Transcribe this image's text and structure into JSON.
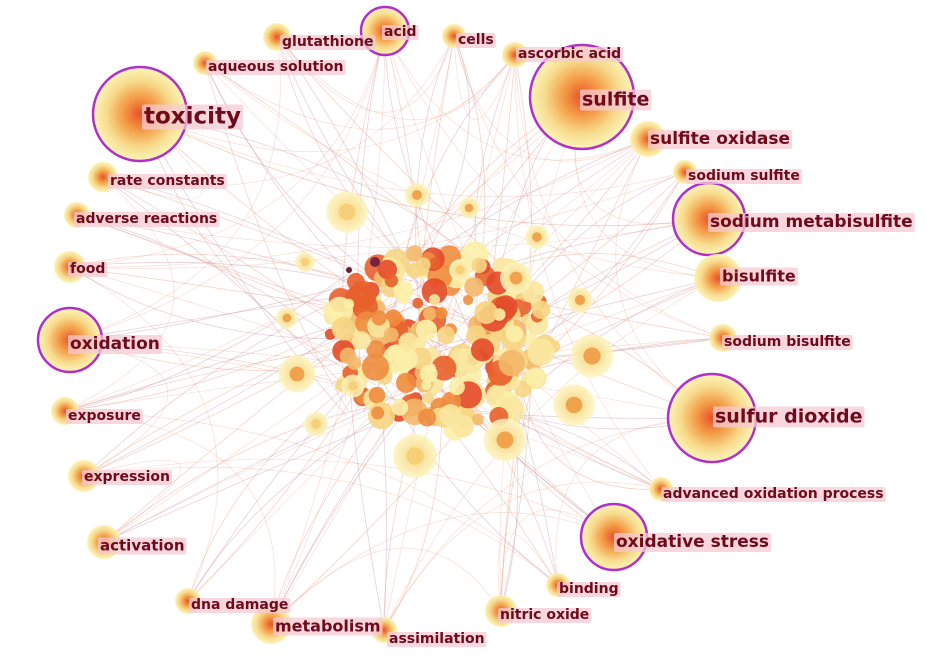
{
  "nodes": [
    {
      "id": "glutathione",
      "label": "glutathione",
      "weight": 1
    },
    {
      "id": "acid",
      "label": "acid",
      "weight": 2,
      "burst": true
    },
    {
      "id": "cells",
      "label": "cells",
      "weight": 1
    },
    {
      "id": "ascorbic-acid",
      "label": "ascorbic acid",
      "weight": 1
    },
    {
      "id": "aqueous-solution",
      "label": "aqueous solution",
      "weight": 1
    },
    {
      "id": "toxicity",
      "label": "toxicity",
      "weight": 5,
      "burst": true
    },
    {
      "id": "sulfite",
      "label": "sulfite",
      "weight": 5,
      "burst": true
    },
    {
      "id": "sulfite-oxidase",
      "label": "sulfite oxidase",
      "weight": 2
    },
    {
      "id": "rate-constants",
      "label": "rate constants",
      "weight": 1
    },
    {
      "id": "sodium-sulfite",
      "label": "sodium sulfite",
      "weight": 1
    },
    {
      "id": "adverse-reactions",
      "label": "adverse reactions",
      "weight": 1
    },
    {
      "id": "sodium-metabisulfite",
      "label": "sodium metabisulfite",
      "weight": 3,
      "burst": true
    },
    {
      "id": "food",
      "label": "food",
      "weight": 1
    },
    {
      "id": "bisulfite",
      "label": "bisulfite",
      "weight": 2
    },
    {
      "id": "oxidation",
      "label": "oxidation",
      "weight": 3,
      "burst": true
    },
    {
      "id": "sodium-bisulfite",
      "label": "sodium bisulfite",
      "weight": 1
    },
    {
      "id": "exposure",
      "label": "exposure",
      "weight": 1
    },
    {
      "id": "sulfur-dioxide",
      "label": "sulfur dioxide",
      "weight": 4,
      "burst": true
    },
    {
      "id": "expression",
      "label": "expression",
      "weight": 1
    },
    {
      "id": "advanced-oxidation-process",
      "label": "advanced oxidation process",
      "weight": 1
    },
    {
      "id": "activation",
      "label": "activation",
      "weight": 1
    },
    {
      "id": "oxidative-stress",
      "label": "oxidative stress",
      "weight": 3,
      "burst": true
    },
    {
      "id": "binding",
      "label": "binding",
      "weight": 1
    },
    {
      "id": "dna-damage",
      "label": "dna damage",
      "weight": 1
    },
    {
      "id": "nitric-oxide",
      "label": "nitric oxide",
      "weight": 1
    },
    {
      "id": "metabolism",
      "label": "metabolism",
      "weight": 2
    },
    {
      "id": "assimilation",
      "label": "assimilation",
      "weight": 1
    }
  ],
  "colors": {
    "node_light": "#fbf3b0",
    "node_mid": "#f5c16c",
    "node_hot": "#e8512a",
    "burst_ring": "#b030c8",
    "edge": "#e9a08a",
    "label_text": "#6e0a1c",
    "label_bg": "#f7c9d3"
  }
}
